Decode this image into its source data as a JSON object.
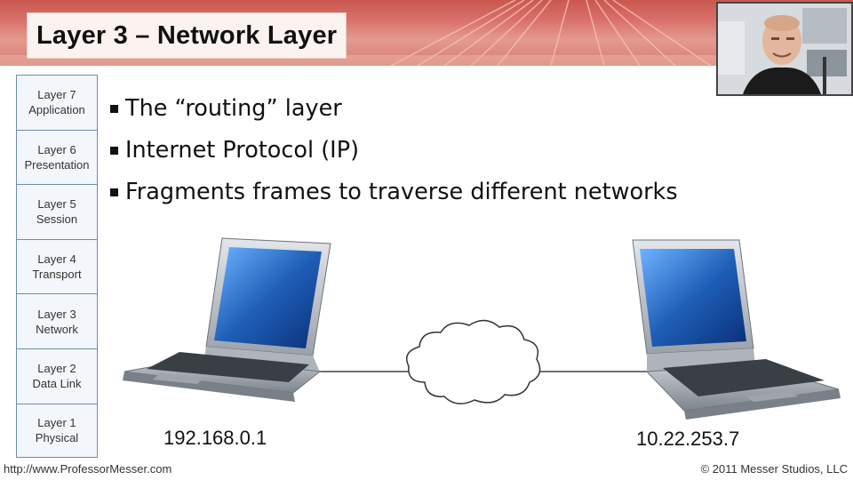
{
  "title": "Layer 3 – Network Layer",
  "layers": [
    {
      "line1": "Layer 7",
      "line2": "Application"
    },
    {
      "line1": "Layer 6",
      "line2": "Presentation"
    },
    {
      "line1": "Layer 5",
      "line2": "Session"
    },
    {
      "line1": "Layer 4",
      "line2": "Transport"
    },
    {
      "line1": "Layer 3",
      "line2": "Network"
    },
    {
      "line1": "Layer 2",
      "line2": "Data Link"
    },
    {
      "line1": "Layer 1",
      "line2": "Physical"
    }
  ],
  "bullets": [
    "The “routing” layer",
    "Internet Protocol (IP)",
    "Fragments frames to traverse different networks"
  ],
  "diagram": {
    "left_ip": "192.168.0.1",
    "right_ip": "10.22.253.7"
  },
  "footer": {
    "left": "http://www.ProfessorMesser.com",
    "right": "© 2011 Messer Studios, LLC"
  },
  "colors": {
    "banner": "#d9706a",
    "layer_border": "#6f8cb0",
    "screen": "#1f5fb8"
  }
}
